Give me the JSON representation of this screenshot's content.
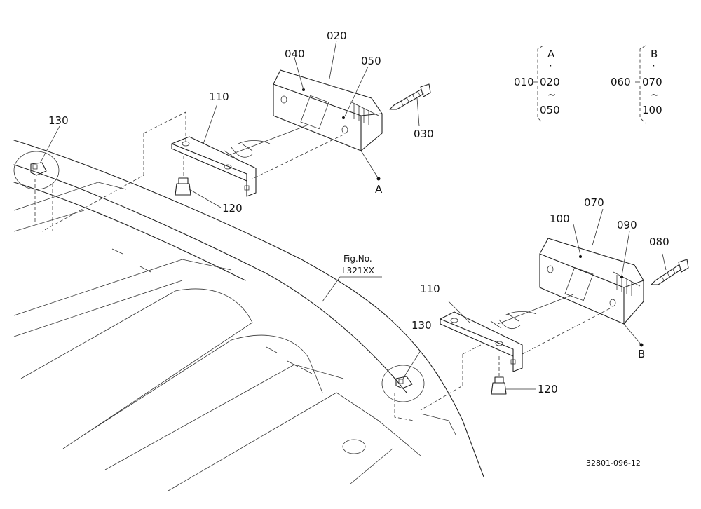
{
  "part_labels": {
    "p010": "010",
    "p020": "020",
    "p030": "030",
    "p040": "040",
    "p050": "050",
    "p060": "060",
    "p070": "070",
    "p080": "080",
    "p090": "090",
    "p100": "100",
    "p110a": "110",
    "p110b": "110",
    "p120a": "120",
    "p120b": "120",
    "p130a": "130",
    "p130b": "130"
  },
  "assembly_refs": {
    "a": "A",
    "b": "B"
  },
  "group_a": {
    "key": "A",
    "dot": "·",
    "top": "020",
    "tilde": "~",
    "bottom": "050",
    "parent": "010"
  },
  "group_b": {
    "key": "B",
    "dot": "·",
    "top": "070",
    "tilde": "~",
    "bottom": "100",
    "parent": "060"
  },
  "figure_reference": {
    "caption": "Fig.No.",
    "number": "L321XX"
  },
  "drawing_number": "32801-096-12"
}
